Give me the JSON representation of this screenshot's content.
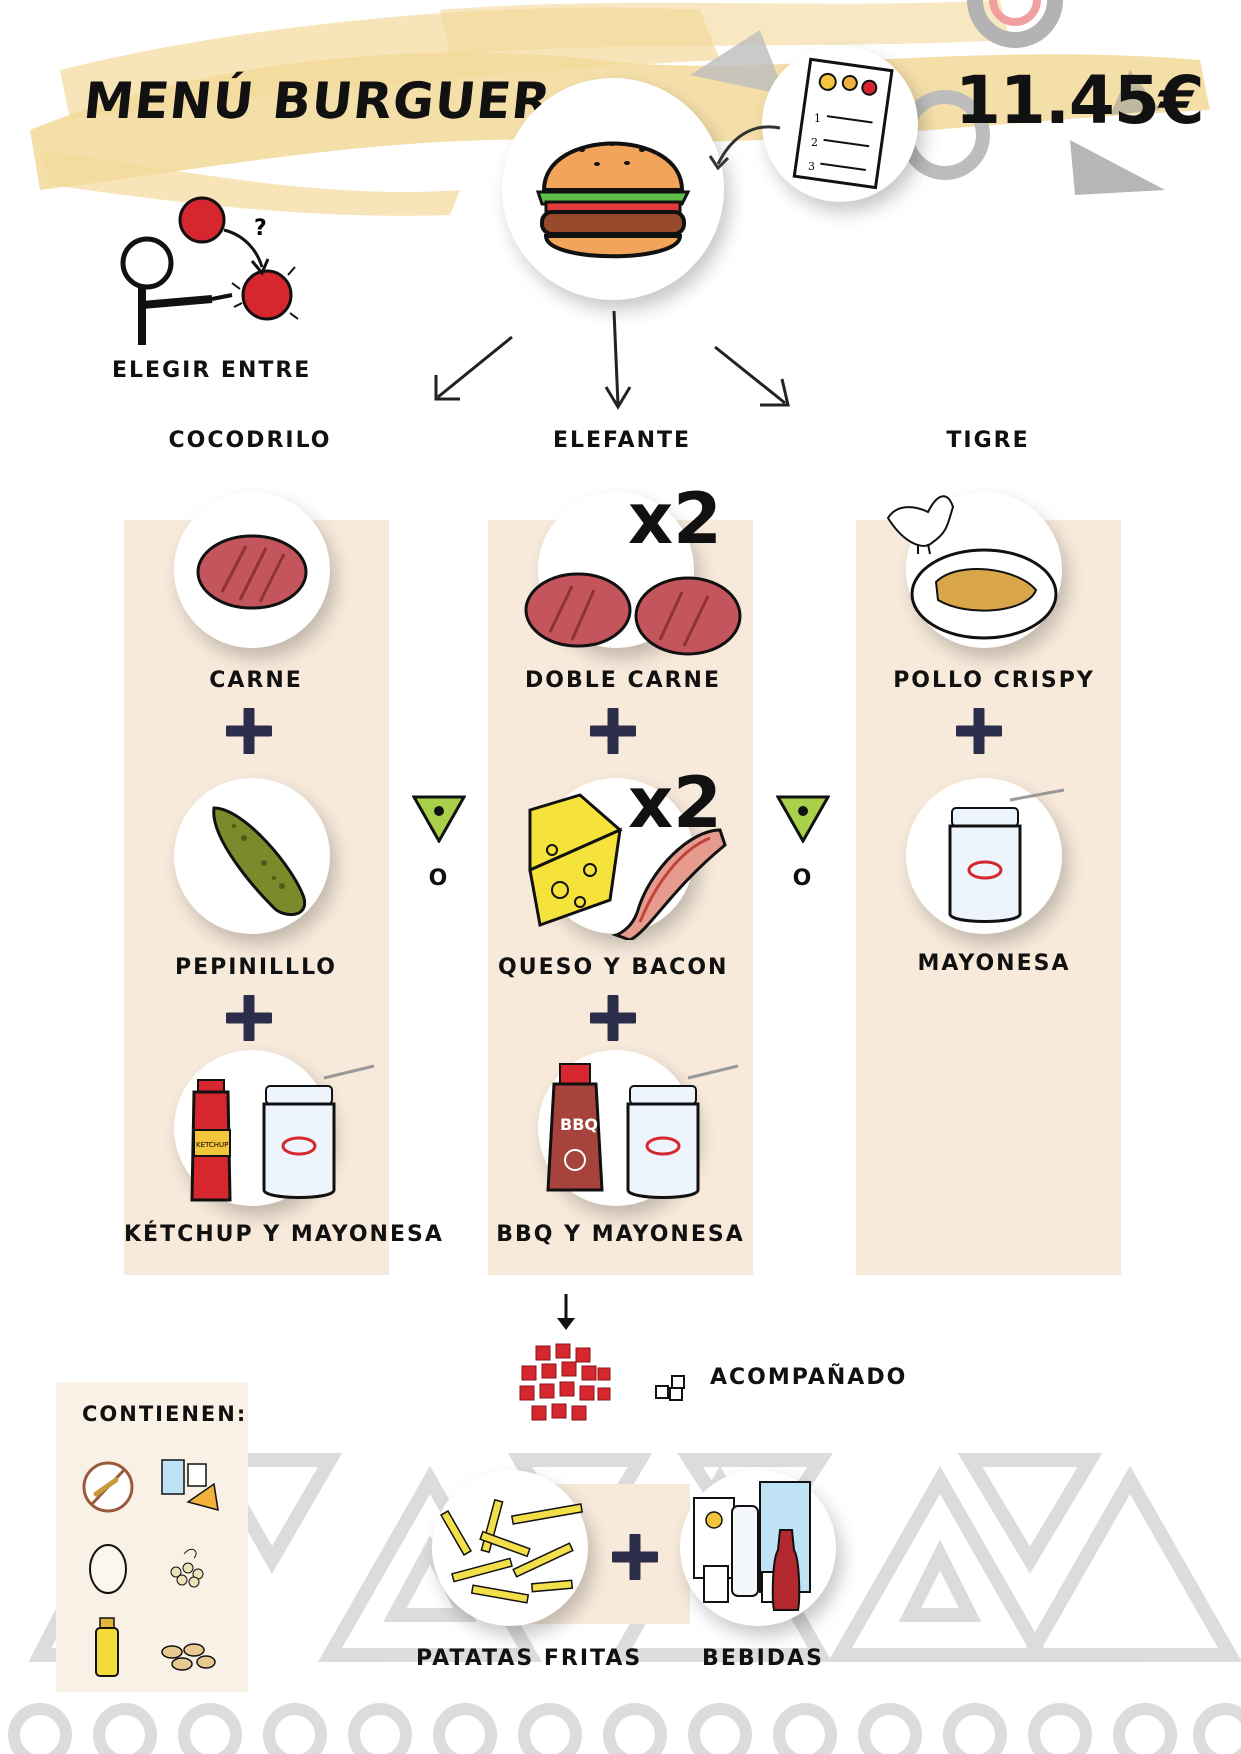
{
  "header": {
    "title": "MENÚ BURGUER",
    "price": "11.45€"
  },
  "choose": {
    "label": "ELEGIR ENTRE"
  },
  "options": [
    {
      "name": "COCODRILO",
      "items": [
        "CARNE",
        "PEPINILLLO",
        "KÉTCHUP Y MAYONESA"
      ]
    },
    {
      "name": "ELEFANTE",
      "items": [
        "DOBLE CARNE",
        "QUESO Y BACON",
        "BBQ Y MAYONESA"
      ],
      "multipliers": [
        "x2",
        "x2"
      ]
    },
    {
      "name": "TIGRE",
      "items": [
        "POLLO CRISPY",
        "MAYONESA"
      ]
    }
  ],
  "separators": [
    "O",
    "O"
  ],
  "accompanied": {
    "label": "ACOMPAÑADO"
  },
  "sides": [
    {
      "label": "PATATAS FRITAS"
    },
    {
      "label": "BEBIDAS"
    }
  ],
  "allergens": {
    "title": "CONTIENEN:",
    "icons": [
      "gluten-icon",
      "dairy-icon",
      "egg-icon",
      "mustard-seed-icon",
      "oil-icon",
      "nuts-icon"
    ]
  },
  "bbq_label": "BBQ",
  "ketchup_label": "KETCHUP",
  "recipe_numbers": [
    "1",
    "2",
    "3"
  ],
  "colors": {
    "column_bg": "#f7eadb",
    "brush_yellow": "#f3d99a",
    "burger_bun": "#f2a55a",
    "patty": "#c4555c",
    "triangle_green": "#a8d04a",
    "red": "#d6262e",
    "plus_navy": "#2b2d4a"
  }
}
